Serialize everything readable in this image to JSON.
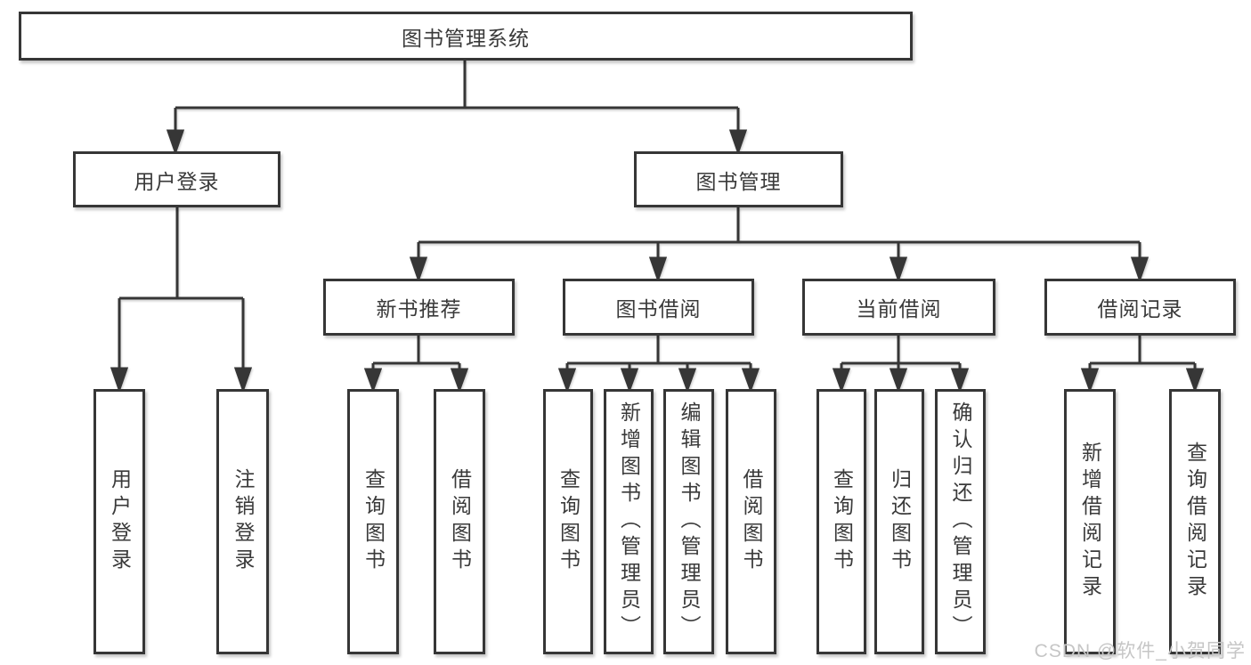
{
  "diagram": {
    "title_node": {
      "label": "图书管理系统"
    },
    "level2": [
      {
        "label": "用户登录"
      },
      {
        "label": "图书管理"
      }
    ],
    "level3": [
      {
        "label": "新书推荐"
      },
      {
        "label": "图书借阅"
      },
      {
        "label": "当前借阅"
      },
      {
        "label": "借阅记录"
      }
    ],
    "leaves": [
      {
        "label": "用户登录"
      },
      {
        "label": "注销登录"
      },
      {
        "label": "查询图书"
      },
      {
        "label": "借阅图书"
      },
      {
        "label": "查询图书"
      },
      {
        "label": "新增图书（管理员）"
      },
      {
        "label": "编辑图书（管理员）"
      },
      {
        "label": "借阅图书"
      },
      {
        "label": "查询图书"
      },
      {
        "label": "归还图书"
      },
      {
        "label": "确认归还（管理员）"
      },
      {
        "label": "新增借阅记录"
      },
      {
        "label": "查询借阅记录"
      }
    ],
    "colors": {
      "line": "#363636",
      "box_border": "#363636",
      "text": "#3a3a3a",
      "background": "#ffffff",
      "watermark": "#c6c6c6"
    }
  },
  "watermark": {
    "text": "CSDN @软件_小贺同学"
  }
}
